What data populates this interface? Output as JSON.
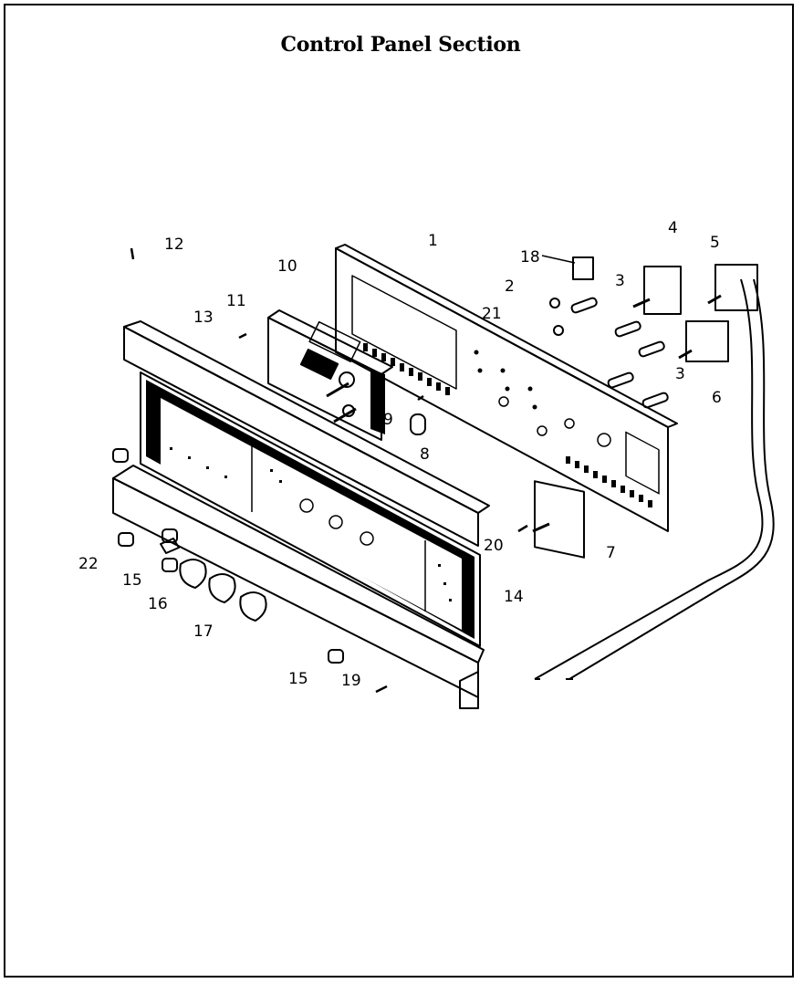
{
  "title": "Control Panel Section",
  "callouts": {
    "c1": "1",
    "c2": "2",
    "c3a": "3",
    "c3b": "3",
    "c4": "4",
    "c5": "5",
    "c6": "6",
    "c7": "7",
    "c8": "8",
    "c9": "9",
    "c10": "10",
    "c11": "11",
    "c12": "12",
    "c13": "13",
    "c14": "14",
    "c15a": "15",
    "c15b": "15",
    "c16": "16",
    "c17": "17",
    "c18": "18",
    "c19": "19",
    "c20": "20",
    "c21": "21",
    "c22": "22"
  }
}
